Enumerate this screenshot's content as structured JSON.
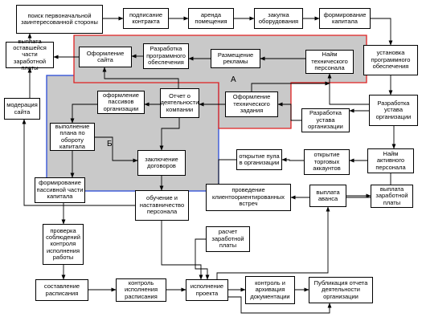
{
  "diagram": {
    "zone_labels": {
      "a": "А",
      "b": "Б"
    },
    "colors": {
      "zone_a_border": "#e02020",
      "zone_b_border": "#2a4bd8",
      "zone_fill": "#c9c9c9",
      "line": "#000000"
    },
    "nodes": {
      "n1": "поиск первоначальной заинтересованной стороны",
      "n2": "подписание контракта",
      "n3": "аренда помещения",
      "n4": "закупка оборудования",
      "n5": "формирование капитала",
      "n6": "выплата оставшейся части заработной платы",
      "n7": "Оформление сайта",
      "n8": "Разработка программного обеспечения",
      "n9": "Размещение рекламы",
      "n10": "Найм технического персонала",
      "n11": "установка программного обеспечения",
      "n12": "модерация сайта",
      "n13": "оформление пассивов организации",
      "n14": "Отчет о деятельности компании",
      "n15": "Оформление технического задания",
      "n16": "Разработка устава организации",
      "n17": "Разработка устава организации",
      "n18": "выполнение плана по обороту капитала",
      "n19": "заключение договоров",
      "n20": "открытие пула в организации",
      "n21": "открытие торговых аккаунтов",
      "n22": "Найм активного персонала",
      "n23": "формирование пассивной части капитала",
      "n24": "обучение и наставничество персонала",
      "n25": "проведение клиентоориентированных встреч",
      "n26": "выплата аванса",
      "n27": "выплата заработной платы",
      "n28": "проверка соблюдений контроля исполнения работы",
      "n29": "расчет заработной платы",
      "n30": "составление расписания",
      "n31": "контроль исполнения расписания",
      "n32": "исполнение проекта",
      "n33": "контроль и архивация документации",
      "n34": "Публикация отчета деятельности организации"
    }
  }
}
